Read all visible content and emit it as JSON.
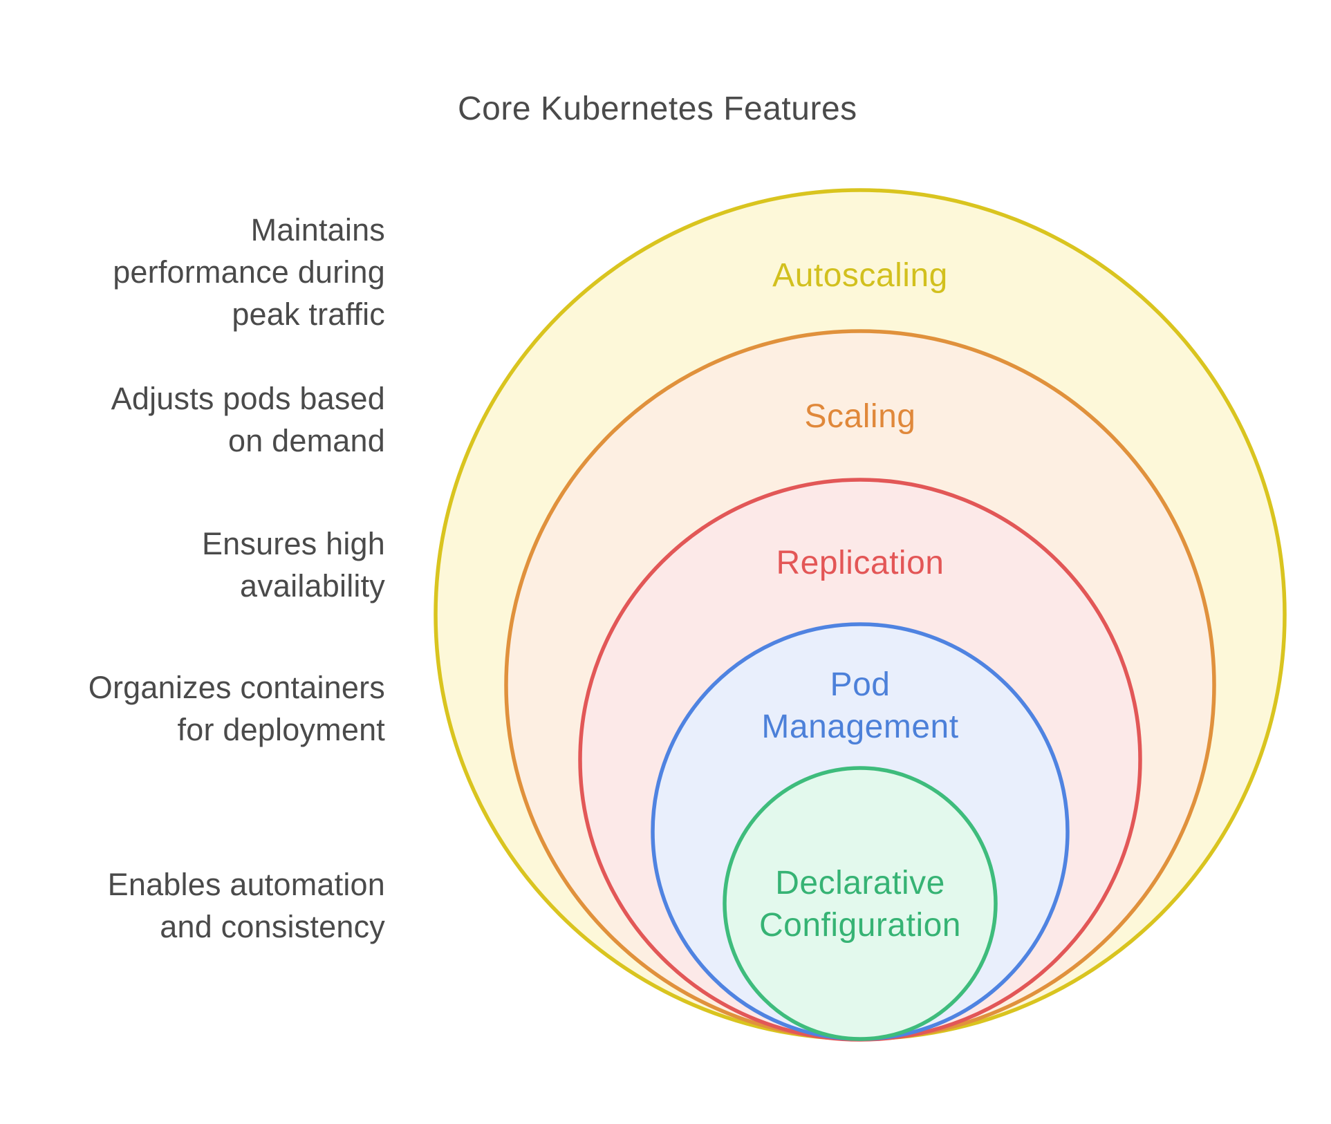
{
  "title": "Core Kubernetes Features",
  "ink_color": "#4a4a4a",
  "background_color": "#ffffff",
  "rings": [
    {
      "id": "autoscaling",
      "label": "Autoscaling",
      "description": [
        "Maintains",
        "performance during",
        "peak traffic"
      ],
      "stroke": "#d9c41f",
      "fill": "#fdf8d9",
      "text_color": "#d2c01e"
    },
    {
      "id": "scaling",
      "label": "Scaling",
      "description": [
        "Adjusts pods based",
        "on demand"
      ],
      "stroke": "#e0913c",
      "fill": "#fdefe2",
      "text_color": "#e0883a"
    },
    {
      "id": "replication",
      "label": "Replication",
      "description": [
        "Ensures high",
        "availability"
      ],
      "stroke": "#e25757",
      "fill": "#fce9e8",
      "text_color": "#e35656"
    },
    {
      "id": "pod-management",
      "label": [
        "Pod",
        "Management"
      ],
      "description": [
        "Organizes containers",
        "for deployment"
      ],
      "stroke": "#4f83e1",
      "fill": "#e9effc",
      "text_color": "#4c80d9"
    },
    {
      "id": "declarative-configuration",
      "label": [
        "Declarative",
        "Configuration"
      ],
      "description": [
        "Enables automation",
        "and consistency"
      ],
      "stroke": "#3ebc7c",
      "fill": "#e3f9ed",
      "text_color": "#36b374"
    }
  ]
}
